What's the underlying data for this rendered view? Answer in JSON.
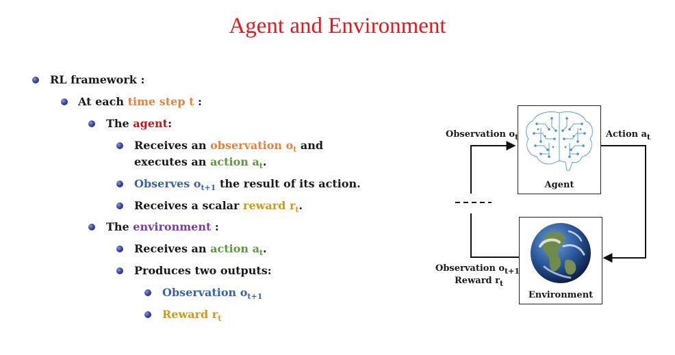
{
  "title": "Agent and Environment",
  "bullets": {
    "l1": "RL framework :",
    "l2_pre": "At each ",
    "l2_hl": "time step t",
    "l2_post": " :",
    "agent_pre": "The ",
    "agent_hl": "agent",
    "agent_post": ":",
    "a1_pre": "Receives an ",
    "a1_hl": "observation o",
    "a1_sub": "t",
    "a1_post": " and",
    "a1_line2_pre": "executes an ",
    "a1_line2_hl": "action a",
    "a1_line2_sub": "t",
    "a1_line2_post": ".",
    "a2_hl": "Observes o",
    "a2_sub": "t+1",
    "a2_post": " the result of its action.",
    "a3_pre": "Receives a scalar ",
    "a3_hl": "reward r",
    "a3_sub": "t",
    "a3_post": ".",
    "env_pre": "The ",
    "env_hl": "environment",
    "env_post": " :",
    "e1_pre": "Receives an ",
    "e1_hl": "action a",
    "e1_sub": "t",
    "e1_post": ".",
    "e2": "Produces two outputs:",
    "o1_hl": "Observation o",
    "o1_sub": "t+1",
    "o2_hl": "Reward r",
    "o2_sub": "t"
  },
  "diagram": {
    "agent_label": "Agent",
    "environment_label": "Environment",
    "obs_top_text": "Observation o",
    "obs_top_sub": "t",
    "action_text": "Action a",
    "action_sub": "t",
    "obs_bottom_text": "Observation o",
    "obs_bottom_sub": "t+1",
    "reward_text": "Reward r",
    "reward_sub": "t"
  },
  "colors": {
    "title": "#e8171b",
    "time_step": "#e8823a",
    "agent": "#c8141b",
    "observation": "#e8823a",
    "action": "#5b9a3c",
    "observes": "#3763ad",
    "reward": "#d19a12",
    "environment": "#7a3bb0"
  },
  "icons": {
    "agent": "brain-circuit-icon",
    "environment": "earth-globe-icon"
  }
}
